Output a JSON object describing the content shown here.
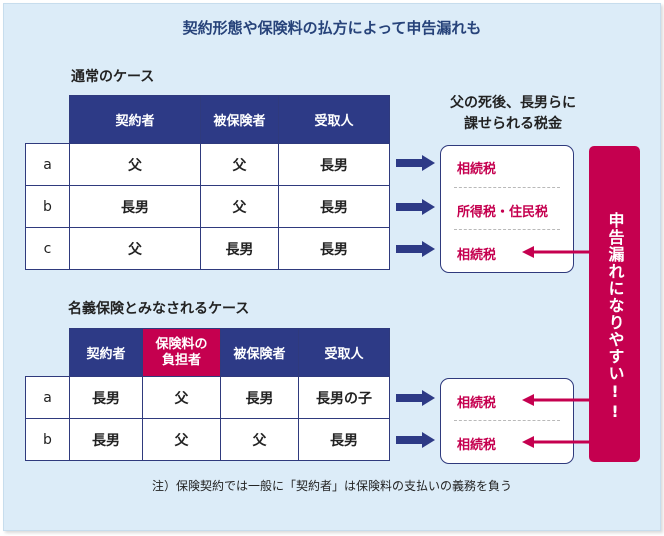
{
  "title": "契約形態や保険料の払方によって申告漏れも",
  "normal": {
    "heading": "通常のケース",
    "headers": [
      "契約者",
      "被保険者",
      "受取人"
    ],
    "rows": [
      {
        "label": "a",
        "cells": [
          "父",
          "父",
          "長男"
        ]
      },
      {
        "label": "b",
        "cells": [
          "長男",
          "父",
          "長男"
        ]
      },
      {
        "label": "c",
        "cells": [
          "父",
          "長男",
          "長男"
        ]
      }
    ]
  },
  "tax_heading": [
    "父の死後、長男らに",
    "課せられる税金"
  ],
  "normal_taxes": [
    "相続税",
    "所得税・住民税",
    "相続税"
  ],
  "nominee": {
    "heading": "名義保険とみなされるケース",
    "headers": [
      "契約者",
      "保険料の負担者",
      "被保険者",
      "受取人"
    ],
    "rows": [
      {
        "label": "a",
        "cells": [
          "長男",
          "父",
          "長男",
          "長男の子"
        ]
      },
      {
        "label": "b",
        "cells": [
          "長男",
          "父",
          "父",
          "長男"
        ]
      }
    ]
  },
  "nominee_taxes": [
    "相続税",
    "相続税"
  ],
  "warning": "申告漏れになりやすい!!",
  "note": "注）保険契約では一般に「契約者」は保険料の支払いの義務を負う",
  "colors": {
    "navy": "#2d3a86",
    "accent": "#c5004f",
    "background": "#dcecf8"
  }
}
